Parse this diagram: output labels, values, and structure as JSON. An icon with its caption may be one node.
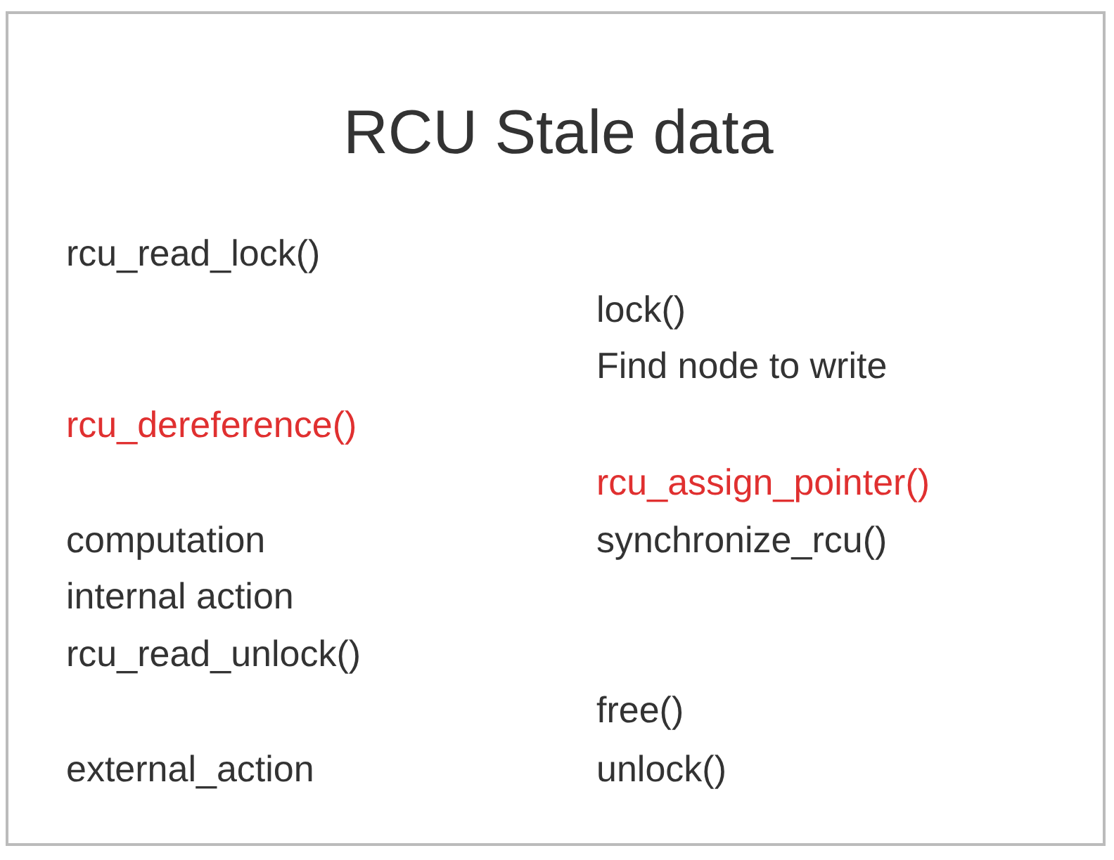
{
  "diagram": {
    "title": "RCU Stale data",
    "labels": [
      "rcu_read_lock()",
      "lock()",
      "Find node to write",
      "rcu_dereference()",
      "rcu_assign_pointer()",
      "computation",
      "synchronize_rcu()",
      "internal action",
      "rcu_read_unlock()",
      "free()",
      "external_action",
      "unlock()"
    ]
  }
}
